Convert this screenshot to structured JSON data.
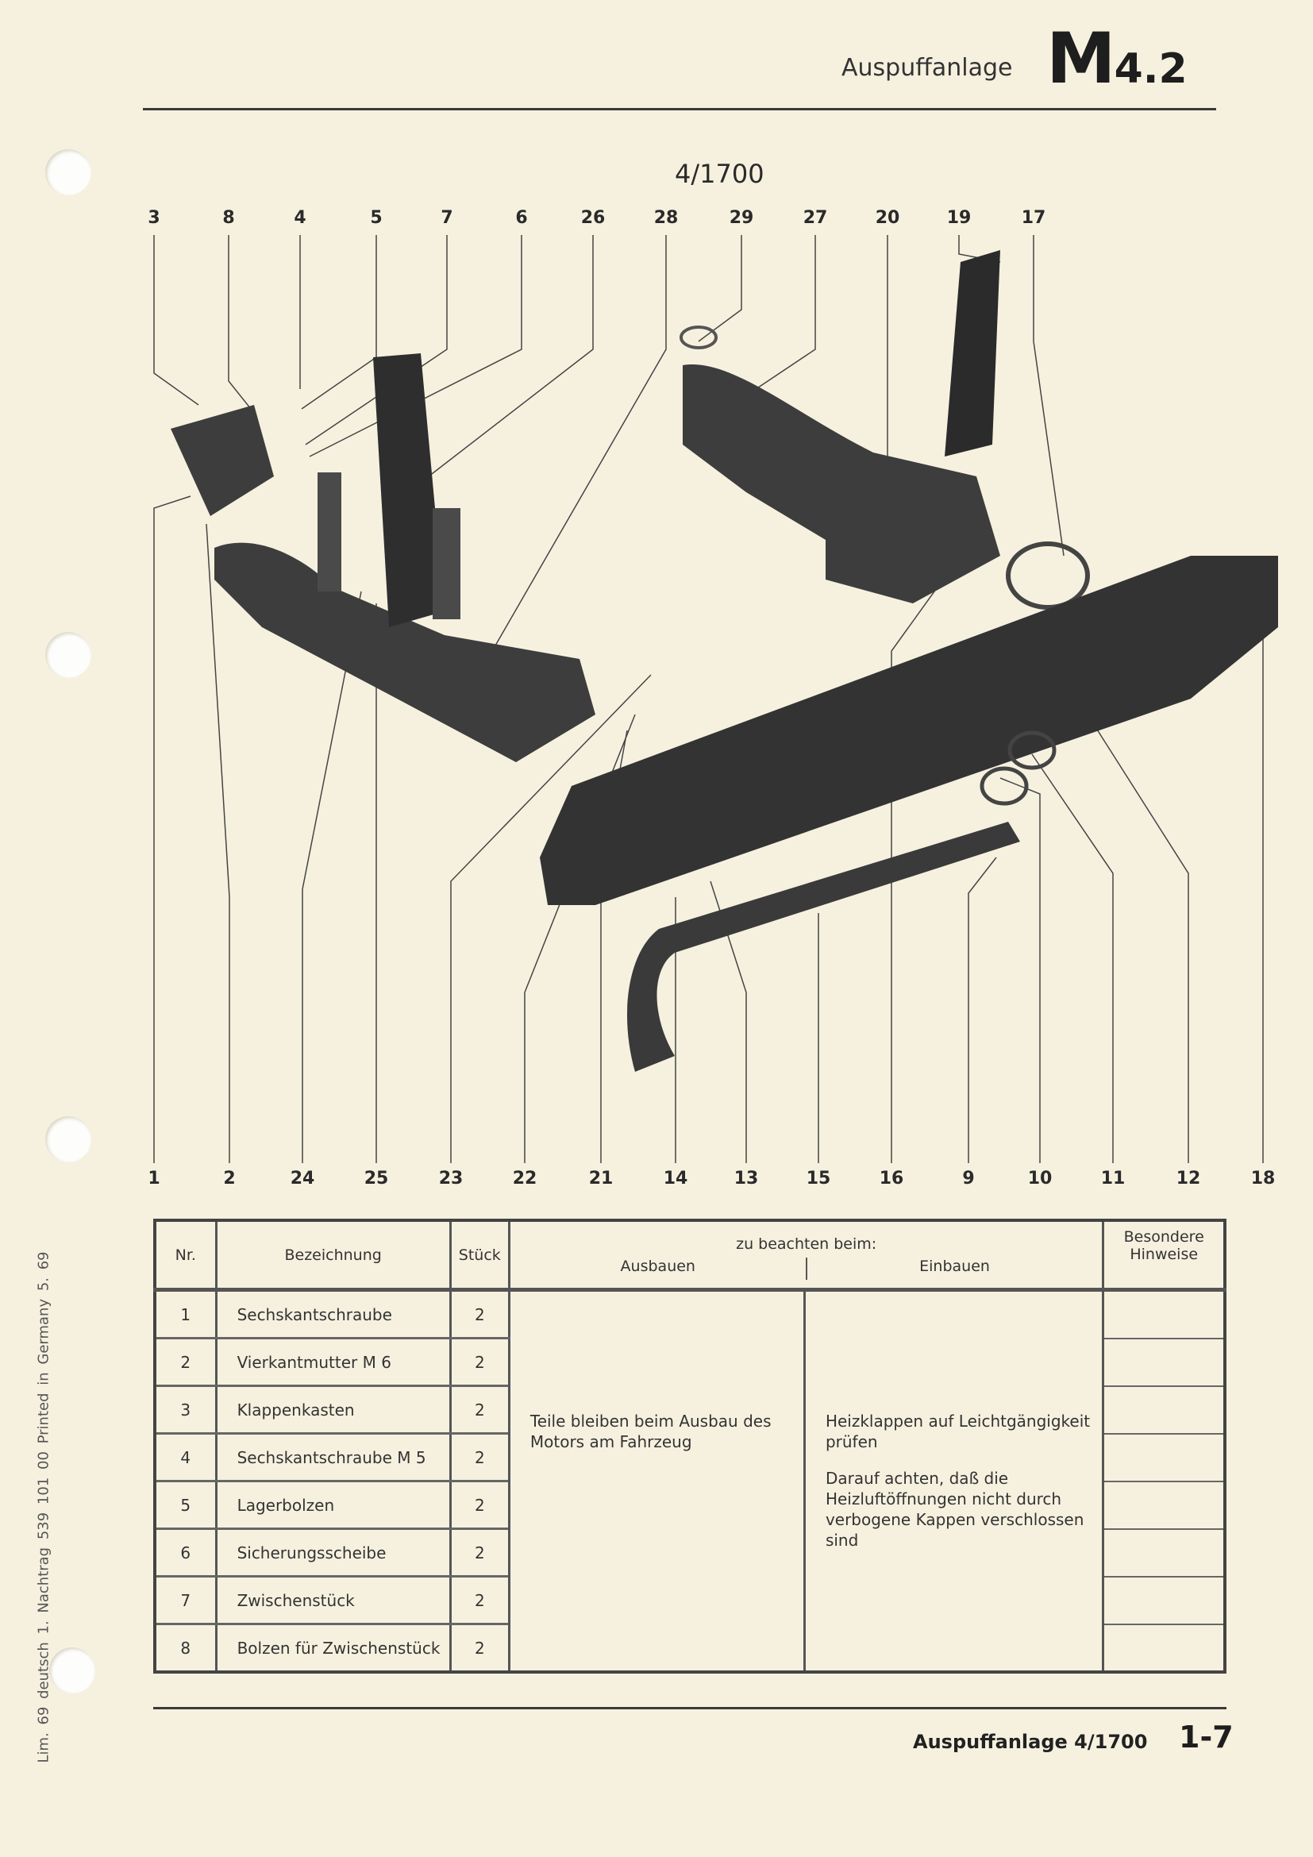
{
  "header": {
    "section_title": "Auspuffanlage",
    "section_code_letter": "M",
    "section_code_number": "4.2"
  },
  "figure": {
    "title": "4/1700",
    "callouts_top": [
      "3",
      "8",
      "4",
      "5",
      "7",
      "6",
      "26",
      "28",
      "29",
      "27",
      "20",
      "19",
      "17"
    ],
    "callouts_bottom": [
      "1",
      "2",
      "24",
      "25",
      "23",
      "22",
      "21",
      "14",
      "13",
      "15",
      "16",
      "9",
      "10",
      "11",
      "12",
      "18"
    ]
  },
  "table": {
    "headers": {
      "nr": "Nr.",
      "bezeichnung": "Bezeichnung",
      "stueck": "Stück",
      "zu_beachten": "zu beachten beim:",
      "ausbauen": "Ausbauen",
      "einbauen": "Einbauen",
      "hinweise": "Besondere Hinweise"
    },
    "rows": [
      {
        "nr": "1",
        "bezeichnung": "Sechskantschraube",
        "stueck": "2"
      },
      {
        "nr": "2",
        "bezeichnung": "Vierkantmutter M 6",
        "stueck": "2"
      },
      {
        "nr": "3",
        "bezeichnung": "Klappenkasten",
        "stueck": "2"
      },
      {
        "nr": "4",
        "bezeichnung": "Sechskantschraube M 5",
        "stueck": "2"
      },
      {
        "nr": "5",
        "bezeichnung": "Lagerbolzen",
        "stueck": "2"
      },
      {
        "nr": "6",
        "bezeichnung": "Sicherungsscheibe",
        "stueck": "2"
      },
      {
        "nr": "7",
        "bezeichnung": "Zwischenstück",
        "stueck": "2"
      },
      {
        "nr": "8",
        "bezeichnung": "Bolzen für Zwischenstück",
        "stueck": "2"
      }
    ],
    "ausbauen_note": "Teile bleiben beim Ausbau des Motors am Fahrzeug",
    "einbauen_note_1": "Heizklappen auf Leichtgängigkeit prüfen",
    "einbauen_note_2": "Darauf achten, daß die Heizluftöffnungen nicht durch verbogene Kappen verschlossen sind"
  },
  "side_imprint": "Lim. 69  deutsch  1. Nachtrag  539 101 00  Printed in Germany  5. 69",
  "footer": {
    "title": "Auspuffanlage 4/1700",
    "page": "1-7"
  }
}
